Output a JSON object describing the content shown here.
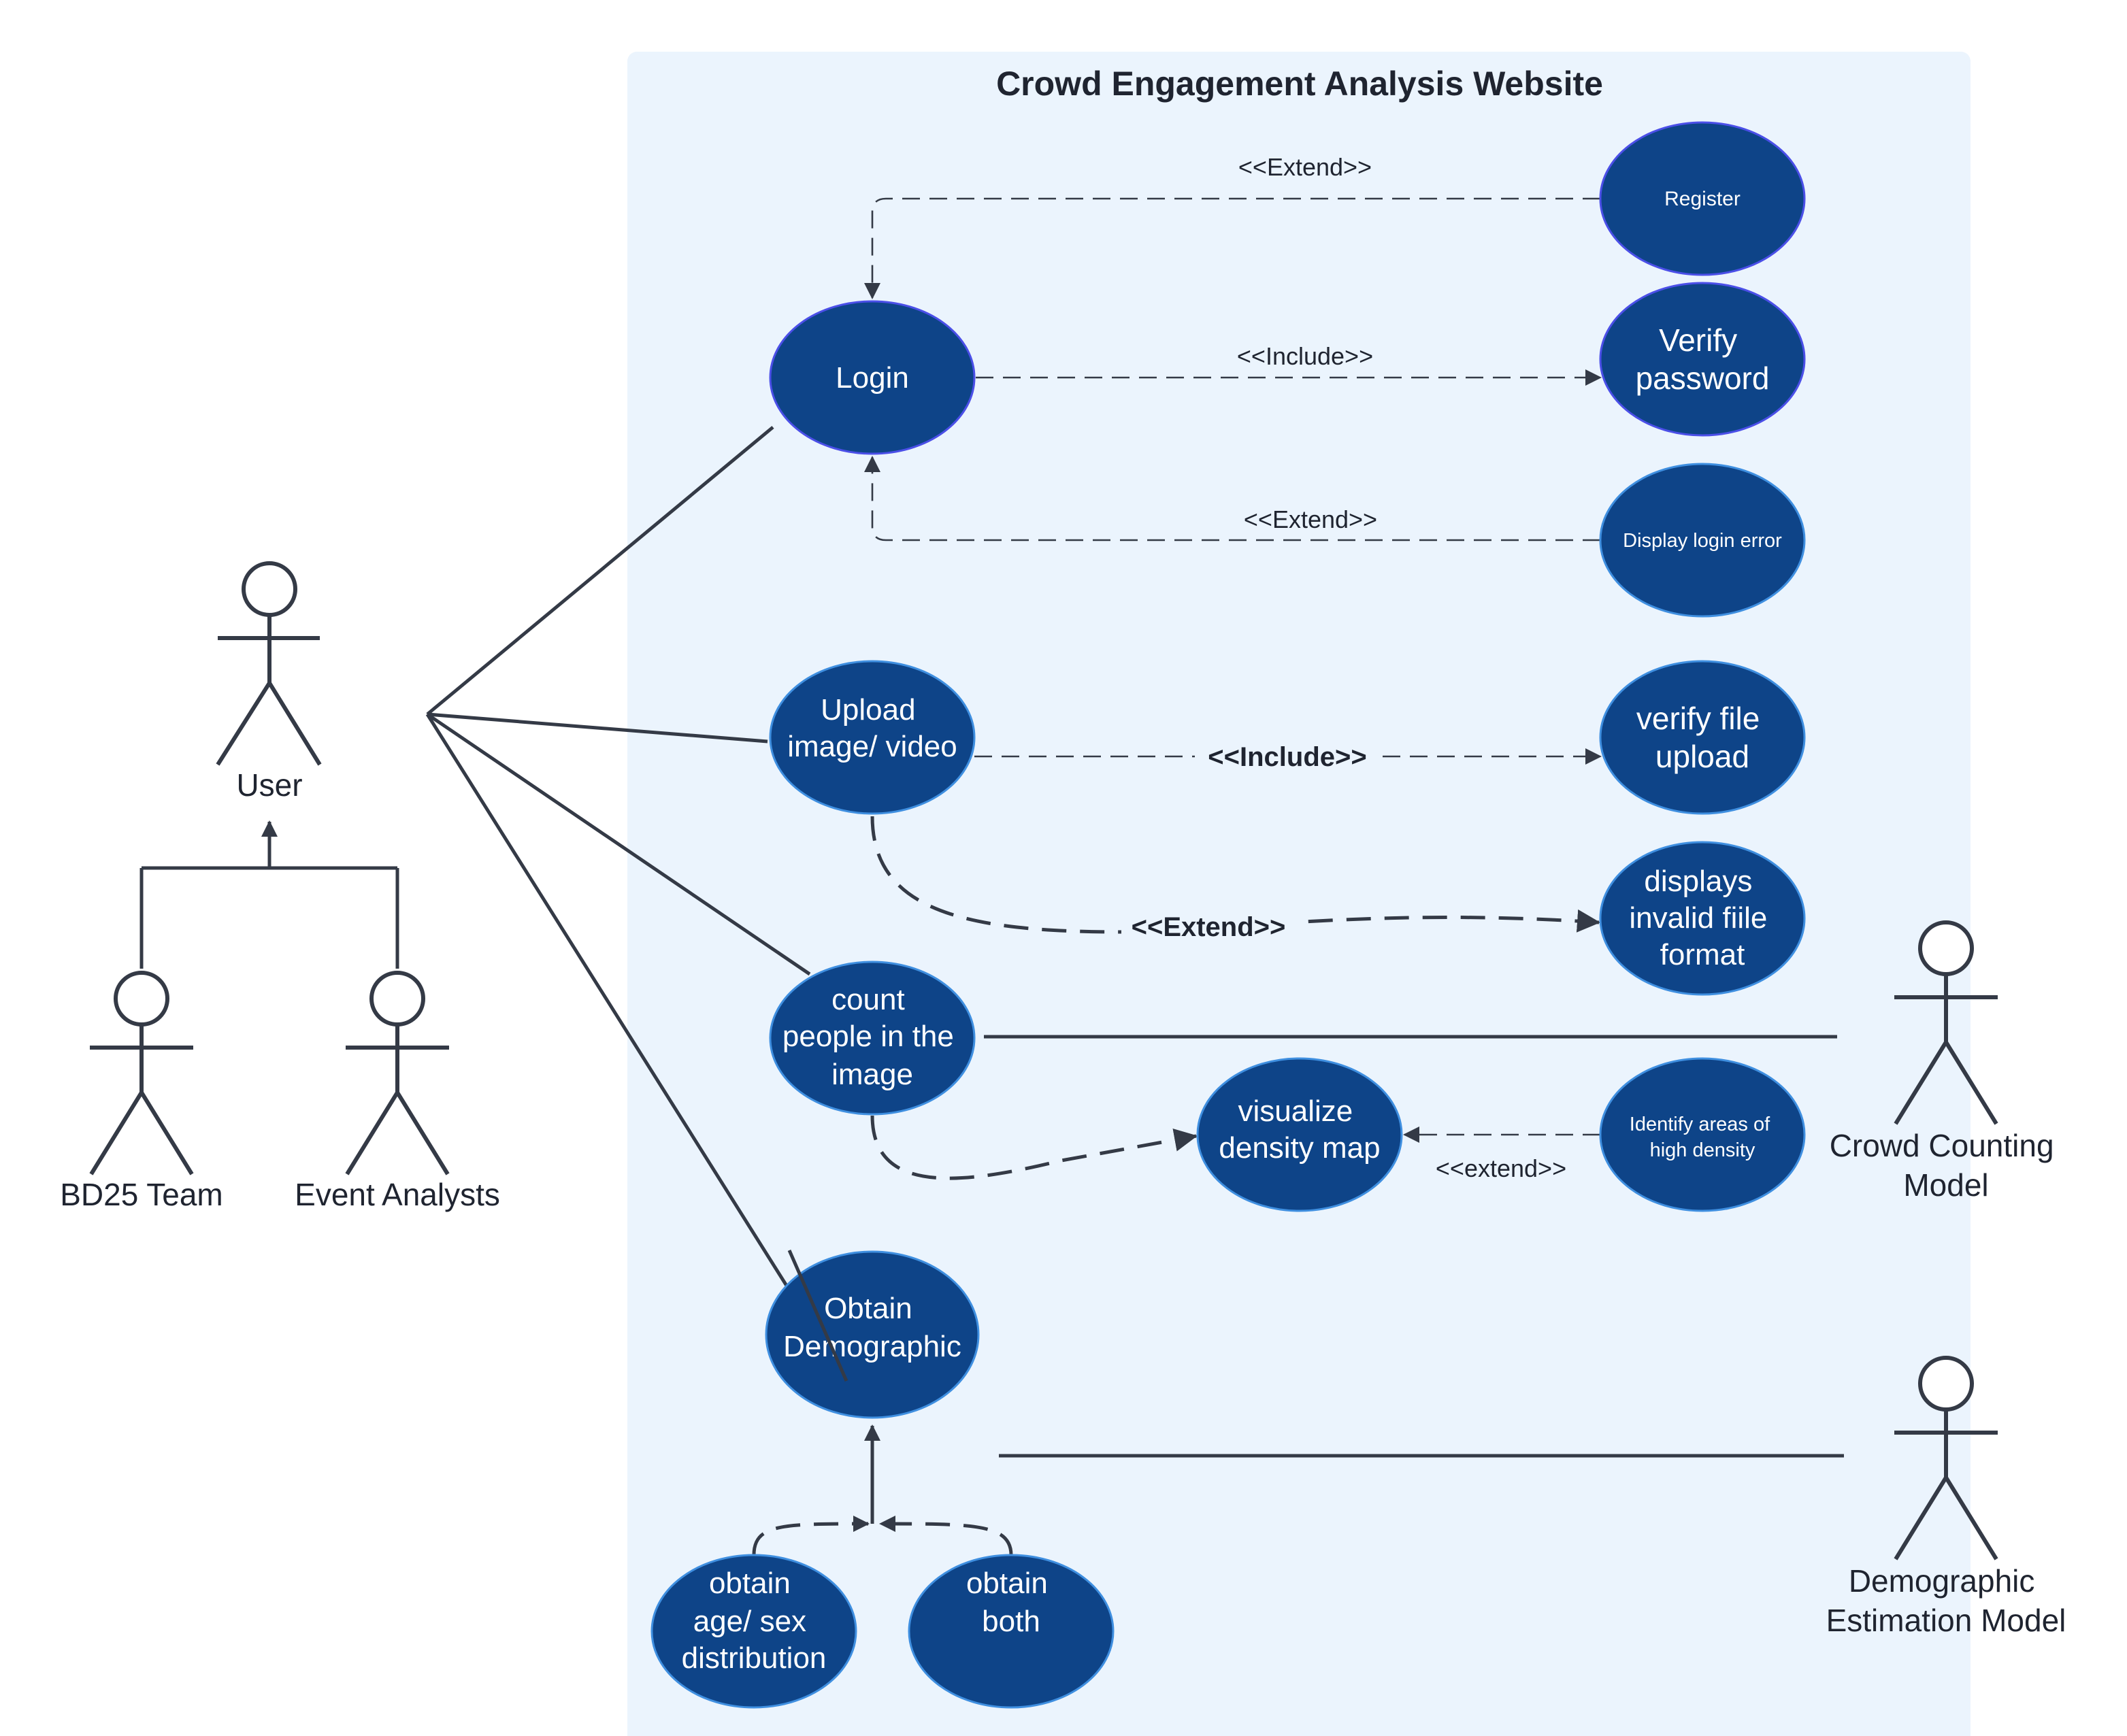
{
  "system": {
    "title": "Crowd Engagement Analysis Website"
  },
  "actors": {
    "user": "User",
    "bd25_team": "BD25 Team",
    "event_analysts": "Event Analysts",
    "crowd_counting_model": [
      "Crowd Counting",
      "Model"
    ],
    "demographic_estimation_model": [
      "Demographic",
      "Estimation Model"
    ]
  },
  "use_cases": {
    "login": [
      "Login"
    ],
    "register": [
      "Register"
    ],
    "verify_password": [
      "Verify",
      "password"
    ],
    "display_login_error": [
      "Display login error"
    ],
    "upload_media": [
      "Upload",
      "image/ video"
    ],
    "verify_file_upload": [
      "verify file",
      "upload"
    ],
    "invalid_file_format": [
      "displays",
      "invalid fiile",
      "format"
    ],
    "count_people": [
      "count",
      "people in the",
      "image"
    ],
    "visualize_density": [
      "visualize",
      "density map"
    ],
    "identify_high_density": [
      "Identify areas of",
      "high density"
    ],
    "obtain_demographic": [
      "Obtain",
      "Demographic"
    ],
    "obtain_age_sex": [
      "obtain",
      "age/ sex",
      "distribution"
    ],
    "obtain_both": [
      "obtain",
      "both"
    ]
  },
  "relations": {
    "register_extend": "<<Extend>>",
    "verify_password_include": "<<Include>>",
    "login_error_extend": "<<Extend>>",
    "verify_upload_include": "<<Include>>",
    "invalid_format_extend": "<<Extend>>",
    "high_density_extend": "<<extend>>"
  },
  "colors": {
    "boundary_fill": "#ebf4fd",
    "use_case_fill": "#0e4488",
    "use_case_stroke": "#3f8fe0",
    "use_case_stroke_login": "#4b4fe8",
    "line": "#343a46"
  }
}
